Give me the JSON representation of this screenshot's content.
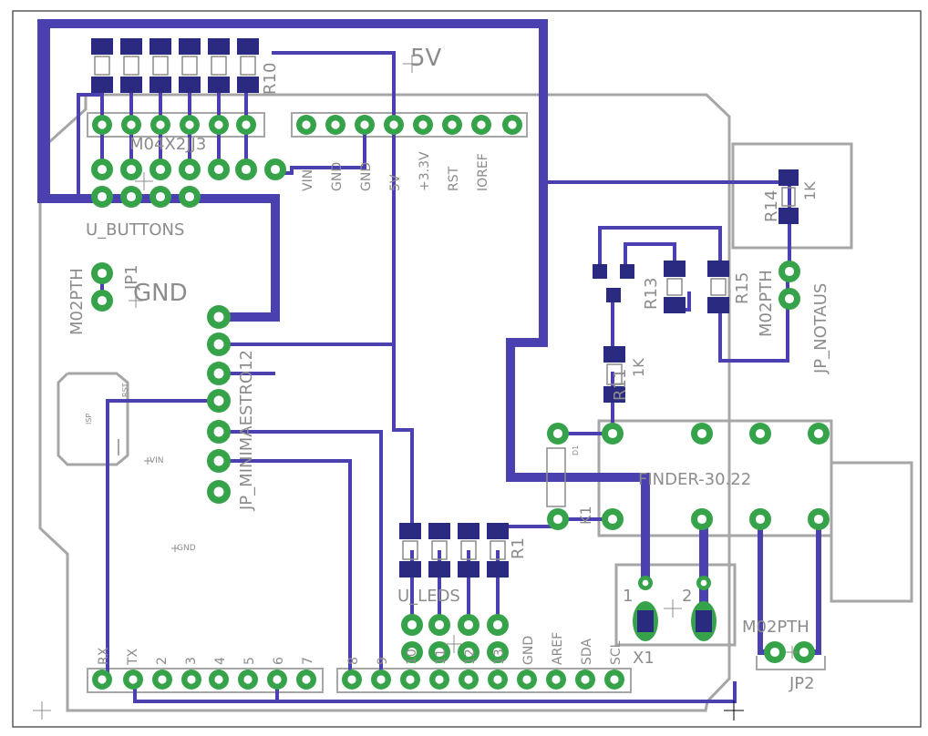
{
  "colors": {
    "background": "#ffffff",
    "outline": "#a6a6a6",
    "trace": "#4a40b0",
    "smd_pad": "#2a2a80",
    "pad": "#36a34a",
    "pad_hole": "#ffffff",
    "silk": "#8c8c8c",
    "frame": "#5b5b5b"
  },
  "labels": {
    "v5": "5V",
    "gnd": "GND",
    "u_buttons": "U_BUTTONS",
    "u_buttons_part": "M04X2JJ3",
    "jp1": "JP1",
    "m02pth_left": "M02PTH",
    "jp_minimaestro": "JP_MINIMAESTRO12",
    "isp": "ISP",
    "rst": "RST",
    "vin_small": "VIN",
    "gnd_small": "GND",
    "u_leds": "U_LEDS",
    "finder": "FINDER-30.22",
    "k1": "K1",
    "x1": "X1",
    "x1_pin1": "1",
    "x1_pin2": "2",
    "m02pth_right": "M02PTH",
    "jp2": "JP2",
    "m02pth_notaus": "M02PTH",
    "jp_notaus": "JP_NOTAUS",
    "r10": "R10",
    "r11": "R11",
    "r13": "R13",
    "r15": "R15",
    "r14": "R14",
    "r1": "R1",
    "r11_val": "1K",
    "r14_val": "1K",
    "d1": "D1",
    "power_header": [
      "VIN",
      "GND",
      "GND",
      "5V",
      "+3.3V",
      "RST",
      "IOREF"
    ],
    "digital_header_left": [
      "RX",
      "TX",
      "2",
      "3",
      "4",
      "5",
      "6",
      "7"
    ],
    "digital_header_right": [
      "8",
      "9",
      "10",
      "11",
      "12",
      "13",
      "GND",
      "AREF",
      "SDA",
      "SCL"
    ]
  }
}
